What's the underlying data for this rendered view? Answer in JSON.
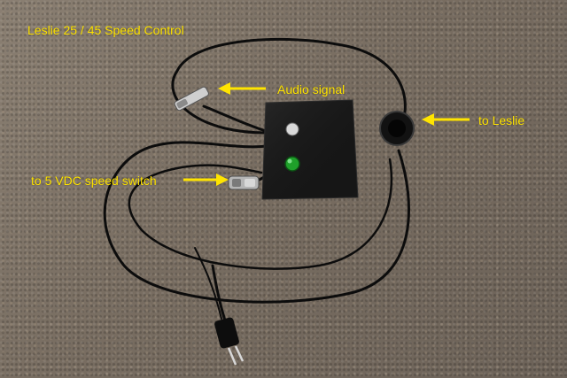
{
  "annotations": {
    "title": "Leslie 25 /  45 Speed Control",
    "audio_signal": "Audio signal",
    "to_leslie": "to Leslie",
    "speed_switch": "to 5 VDC speed switch"
  },
  "colors": {
    "label": "#ffe400",
    "arrow": "#ffe400",
    "carpet": "#7d7266",
    "box": "#141414",
    "led": "#1fa02a",
    "cable": "#0c0c0c"
  }
}
